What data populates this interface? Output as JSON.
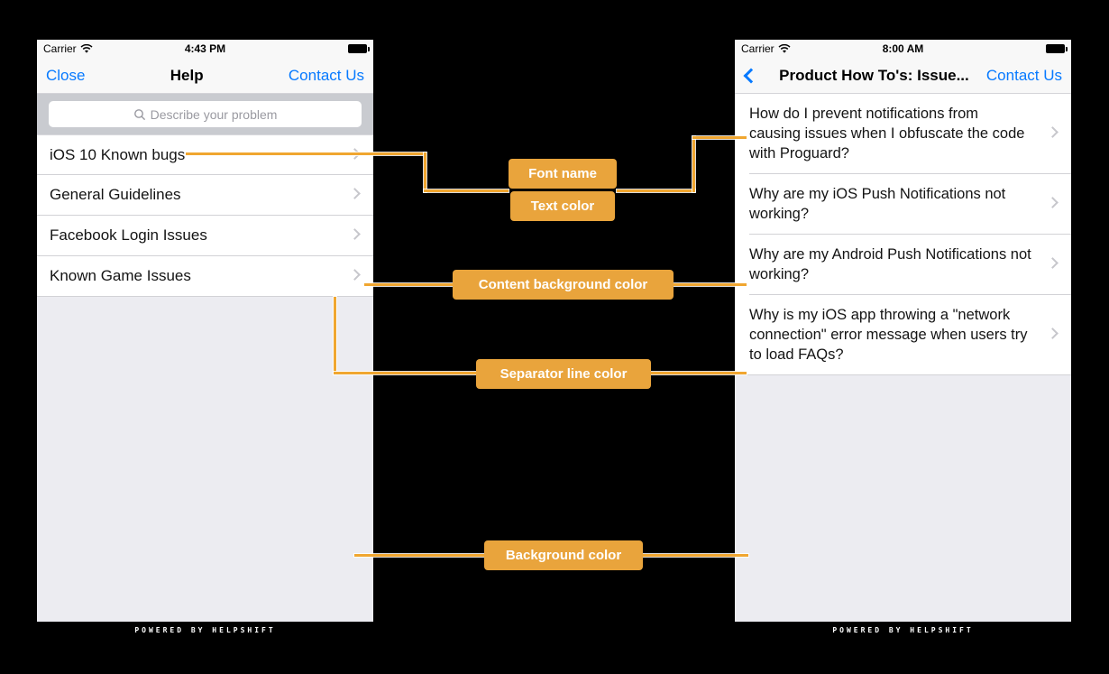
{
  "canvas": {
    "background": "#000000"
  },
  "left_phone": {
    "status": {
      "carrier": "Carrier",
      "time": "4:43 PM"
    },
    "nav": {
      "close": "Close",
      "title": "Help",
      "contact": "Contact Us"
    },
    "search": {
      "placeholder": "Describe your problem"
    },
    "list": [
      {
        "label": "iOS 10 Known bugs"
      },
      {
        "label": "General Guidelines"
      },
      {
        "label": "Facebook Login Issues"
      },
      {
        "label": "Known Game Issues"
      }
    ],
    "footer": "POWERED BY HELPSHIFT"
  },
  "right_phone": {
    "status": {
      "carrier": "Carrier",
      "time": "8:00 AM"
    },
    "nav": {
      "title": "Product How To's: Issue...",
      "contact": "Contact Us"
    },
    "list": [
      {
        "label": "How do I prevent notifications from causing issues when I obfuscate the code with Proguard?"
      },
      {
        "label": "Why are my iOS Push Notifications not working?"
      },
      {
        "label": "Why are my Android Push Notifications not working?"
      },
      {
        "label": "Why is my iOS app throwing a \"network connection\" error message when users try to load FAQs?"
      }
    ],
    "footer": "POWERED BY HELPSHIFT"
  },
  "annotations": {
    "font_name": "Font name",
    "text_color": "Text color",
    "content_background_color": "Content background color",
    "separator_line_color": "Separator line color",
    "background_color": "Background color"
  },
  "icons": {
    "wifi": "wifi-icon",
    "battery": "battery-icon",
    "search": "search-icon",
    "back": "chevron-left-icon",
    "row_chevron": "chevron-right-icon"
  },
  "ui_colors": {
    "ios_blue": "#077AFF",
    "annotation_orange": "#E9A43C",
    "line_orange": "#F0A630",
    "content_background": "#FFFFFF",
    "screen_background": "#ECECF1",
    "separator": "#D2D2D6",
    "search_bar_background": "#C9CBD0",
    "nav_background": "#F8F8F8"
  }
}
